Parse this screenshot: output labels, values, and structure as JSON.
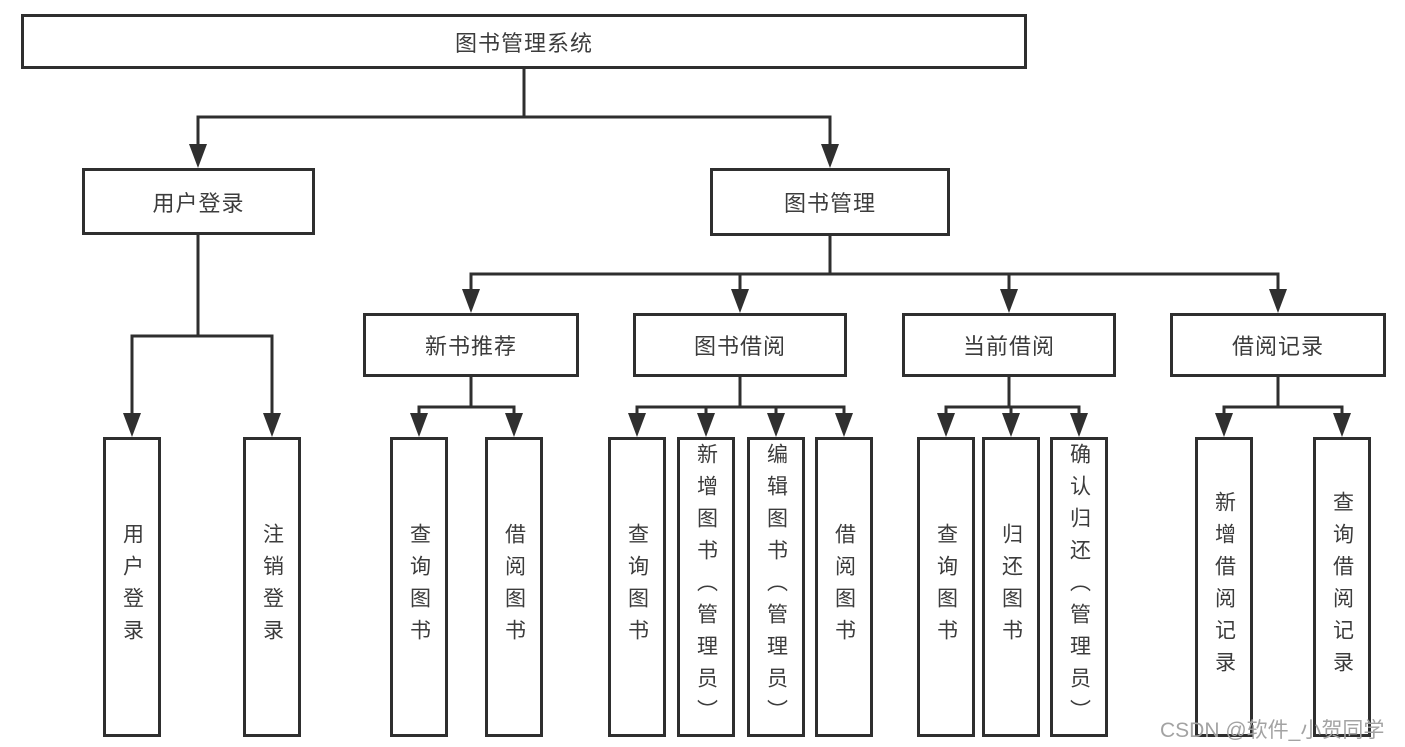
{
  "diagram_type": "hierarchy-tree",
  "tree": {
    "root": {
      "label": "图书管理系统",
      "children": [
        {
          "label": "用户登录",
          "children": [
            {
              "label": "用户登录"
            },
            {
              "label": "注销登录"
            }
          ]
        },
        {
          "label": "图书管理",
          "children": [
            {
              "label": "新书推荐",
              "children": [
                {
                  "label": "查询图书"
                },
                {
                  "label": "借阅图书"
                }
              ]
            },
            {
              "label": "图书借阅",
              "children": [
                {
                  "label": "查询图书"
                },
                {
                  "label": "新增图书（管理员）"
                },
                {
                  "label": "编辑图书（管理员）"
                },
                {
                  "label": "借阅图书"
                }
              ]
            },
            {
              "label": "当前借阅",
              "children": [
                {
                  "label": "查询图书"
                },
                {
                  "label": "归还图书"
                },
                {
                  "label": "确认归还（管理员）"
                }
              ]
            },
            {
              "label": "借阅记录",
              "children": [
                {
                  "label": "新增借阅记录"
                },
                {
                  "label": "查询借阅记录"
                }
              ]
            }
          ]
        }
      ]
    }
  },
  "watermark": {
    "text": "CSDN @软件_小贺同学"
  },
  "colors": {
    "line": "#2f2f2f",
    "box_border": "#2f2f2f",
    "text": "#3c3c3c",
    "watermark": "#a3a3a3",
    "background": "#ffffff"
  }
}
